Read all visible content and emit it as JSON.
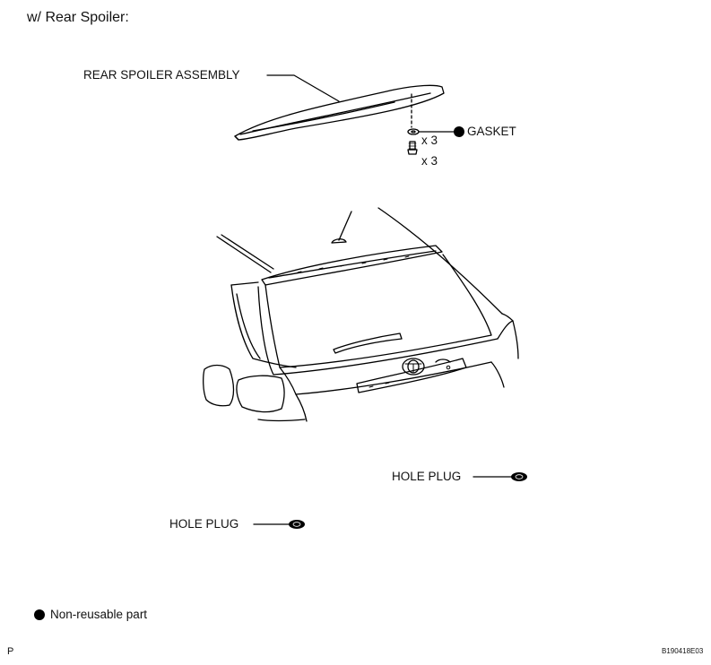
{
  "heading": "w/ Rear Spoiler:",
  "labels": {
    "rear_spoiler_assembly": "REAR SPOILER ASSEMBLY",
    "gasket": "GASKET",
    "gasket_qty": "x 3",
    "bolt_qty": "x 3",
    "hole_plug_upper": "HOLE PLUG",
    "hole_plug_lower": "HOLE PLUG"
  },
  "legend": {
    "text": "Non-reusable part"
  },
  "footer": {
    "left_mark": "P",
    "figure_id": "B190418E03"
  }
}
